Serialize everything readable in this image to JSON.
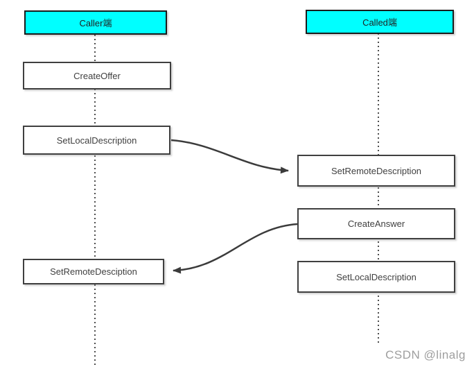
{
  "diagram": {
    "type": "webrtc-signaling-flow",
    "nodes": {
      "caller_header": {
        "label": "Caller端",
        "role": "lane-header"
      },
      "called_header": {
        "label": "Called端",
        "role": "lane-header"
      },
      "create_offer": {
        "label": "CreateOffer",
        "lane": "caller"
      },
      "set_local_description_caller": {
        "label": "SetLocalDescription",
        "lane": "caller"
      },
      "set_remote_description_called": {
        "label": "SetRemoteDescription",
        "lane": "called"
      },
      "create_answer": {
        "label": "CreateAnswer",
        "lane": "called"
      },
      "set_local_description_called": {
        "label": "SetLocalDescription",
        "lane": "called"
      },
      "set_remote_desciption_caller": {
        "label": "SetRemoteDesciption",
        "lane": "caller"
      }
    },
    "edges": [
      {
        "from": "set_local_description_caller",
        "to": "set_remote_description_called",
        "style": "curved-solid-arrow"
      },
      {
        "from": "create_answer",
        "to": "set_remote_desciption_caller",
        "style": "curved-solid-arrow"
      }
    ],
    "lifelines": [
      {
        "owner": "caller_header",
        "style": "dotted-vertical"
      },
      {
        "owner": "called_header",
        "style": "dotted-vertical"
      }
    ]
  },
  "watermark": {
    "text": "CSDN @linalg"
  },
  "colors": {
    "header_fill": "#00ffff",
    "header_border": "#1a1a1a",
    "box_fill": "#ffffff",
    "box_border": "#3f3f3f",
    "arrow_stroke": "#3b3b3b",
    "lifeline_stroke": "#4d4d4d",
    "text": "#3f3f3f",
    "watermark_text": "#9e9e9e",
    "background": "#ffffff"
  }
}
